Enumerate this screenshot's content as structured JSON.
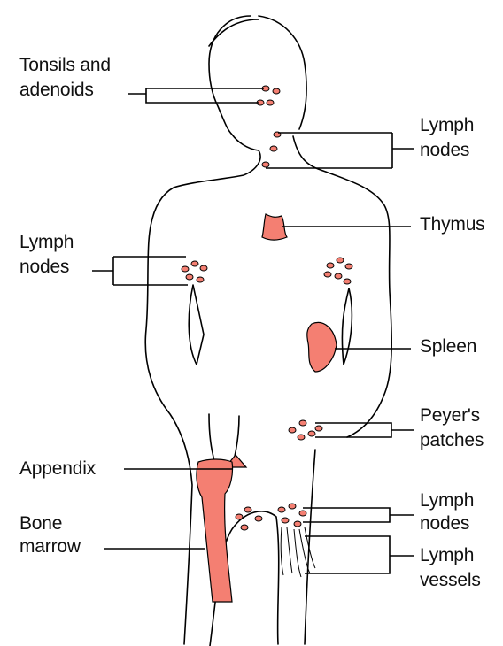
{
  "colors": {
    "organ": "#f47f72",
    "outline": "#000000",
    "background": "#ffffff"
  },
  "labels": {
    "tonsils_line1": "Tonsils and",
    "tonsils_line2": "adenoids",
    "neck_nodes_line1": "Lymph",
    "neck_nodes_line2": "nodes",
    "thymus": "Thymus",
    "axillary_nodes_line1": "Lymph",
    "axillary_nodes_line2": "nodes",
    "spleen": "Spleen",
    "peyers_line1": "Peyer's",
    "peyers_line2": "patches",
    "appendix": "Appendix",
    "bone_marrow_line1": "Bone",
    "bone_marrow_line2": "marrow",
    "inguinal_nodes_line1": "Lymph",
    "inguinal_nodes_line2": "nodes",
    "vessels_line1": "Lymph",
    "vessels_line2": "vessels"
  }
}
